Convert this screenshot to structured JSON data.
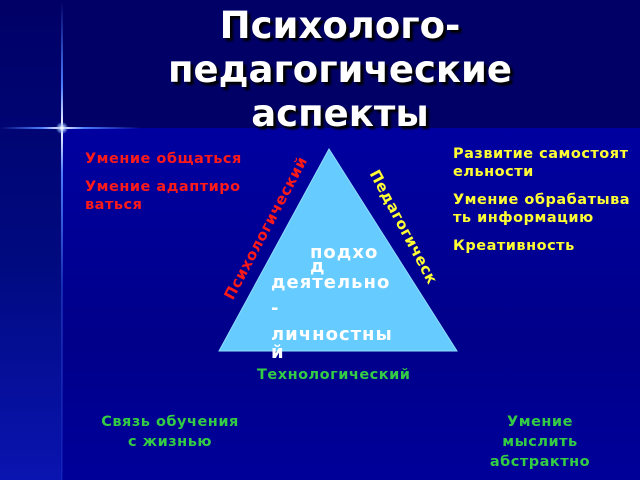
{
  "slide": {
    "title_lines": [
      "Психолого-",
      "педагогические",
      "аспекты"
    ],
    "colors": {
      "background": "#000066",
      "panel": "#0000a0",
      "triangle_fill": "#66ccff",
      "psychological": "#ff1a1a",
      "pedagogical": "#ffff33",
      "technological": "#33cc44",
      "title": "#ffffff"
    }
  },
  "psychological": {
    "label": "Психологический",
    "items": [
      "Умение общаться",
      "Умение адаптироваться"
    ]
  },
  "pedagogical": {
    "label": "Педагогическ",
    "items": [
      "Развитие самостоятельности",
      "Умение обрабатывать информацию",
      "Креативность"
    ]
  },
  "triangle": {
    "text_back_lines": [
      "подхо",
      "д"
    ],
    "text_front_lines": [
      "деятельно",
      "-",
      "личностны",
      "й"
    ]
  },
  "technological": {
    "label": "Технологический",
    "left_lines": [
      "Связь обучения",
      "с жизнью"
    ],
    "right_lines": [
      "Умение",
      "мыслить",
      "абстрактно"
    ]
  }
}
